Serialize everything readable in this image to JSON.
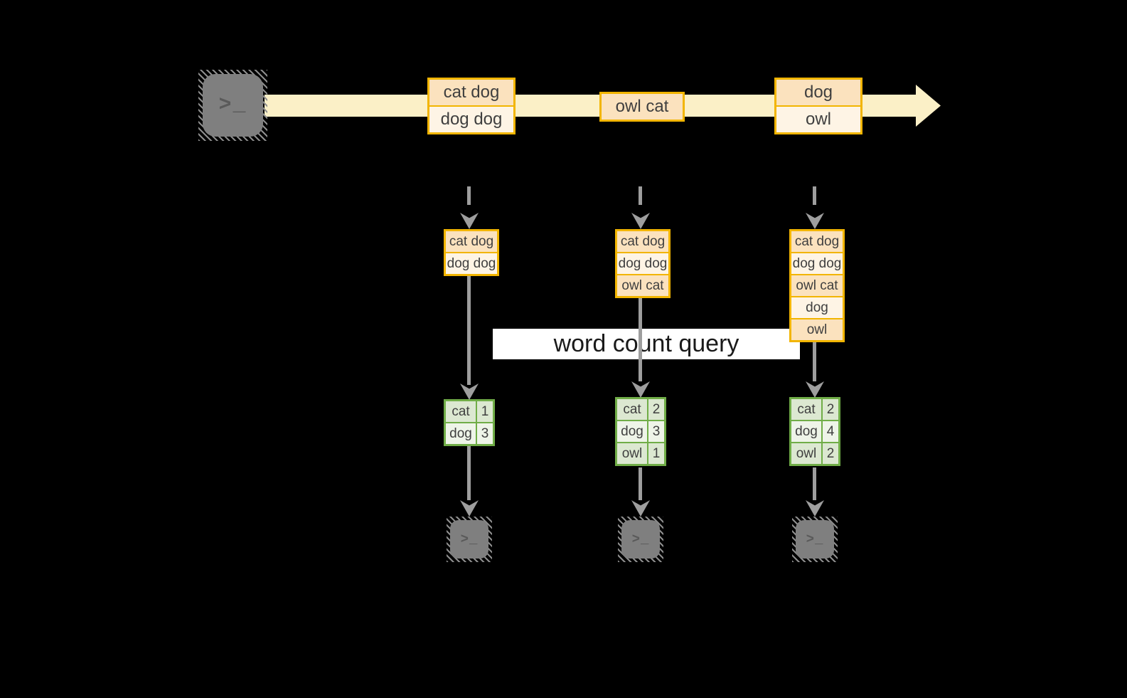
{
  "colors": {
    "background": "#000000",
    "stream_fill": "#FBF0C7",
    "box_border": "#F2B500",
    "box_fill_peach": "#FBE2BE",
    "box_fill_cream": "#FEF4E5",
    "table_border": "#70AD47",
    "table_fill_dark": "#DCE8D1",
    "table_fill_light": "#EEF4E8",
    "arrow_gray": "#9E9E9E",
    "terminal_gray": "#7F7F7F",
    "query_label_bg": "#FFFFFF"
  },
  "source": {
    "icon": "terminal-icon",
    "glyph": ">_"
  },
  "stream": {
    "events": [
      {
        "rows": [
          "cat dog",
          "dog dog"
        ]
      },
      {
        "rows": [
          "owl cat"
        ]
      },
      {
        "rows": [
          "dog",
          "owl"
        ]
      }
    ]
  },
  "states": [
    {
      "rows": [
        "cat dog",
        "dog dog"
      ]
    },
    {
      "rows": [
        "cat dog",
        "dog dog",
        "owl cat"
      ]
    },
    {
      "rows": [
        "cat dog",
        "dog dog",
        "owl cat",
        "dog",
        "owl"
      ]
    }
  ],
  "query": {
    "label": "word count query"
  },
  "results": [
    {
      "rows": [
        {
          "word": "cat",
          "count": "1"
        },
        {
          "word": "dog",
          "count": "3"
        }
      ]
    },
    {
      "rows": [
        {
          "word": "cat",
          "count": "2"
        },
        {
          "word": "dog",
          "count": "3"
        },
        {
          "word": "owl",
          "count": "1"
        }
      ]
    },
    {
      "rows": [
        {
          "word": "cat",
          "count": "2"
        },
        {
          "word": "dog",
          "count": "4"
        },
        {
          "word": "owl",
          "count": "2"
        }
      ]
    }
  ],
  "sinks": [
    {
      "icon": "terminal-icon",
      "glyph": ">_"
    },
    {
      "icon": "terminal-icon",
      "glyph": ">_"
    },
    {
      "icon": "terminal-icon",
      "glyph": ">_"
    }
  ]
}
